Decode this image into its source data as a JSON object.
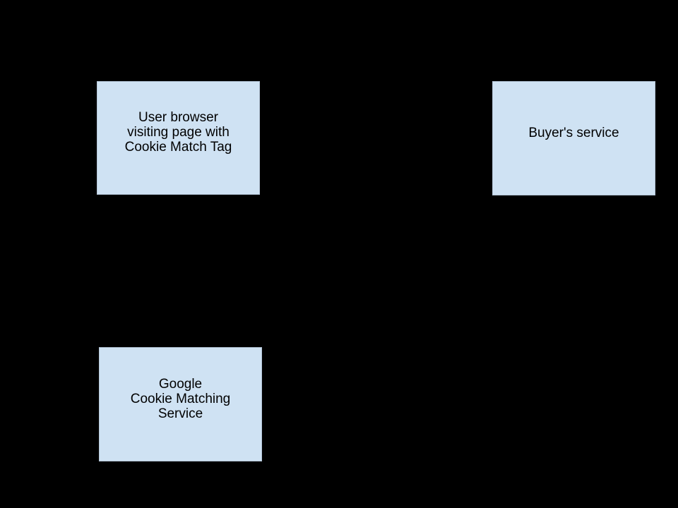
{
  "canvas": {
    "background_color": "#000000"
  },
  "style": {
    "node_fill_color": "#cfe2f3",
    "node_border_color": "#b3c4d6",
    "node_text_color": "#000000"
  },
  "nodes": [
    {
      "name": "user-browser",
      "lines": [
        "User browser",
        "visiting page with",
        "Cookie Match Tag"
      ]
    },
    {
      "name": "buyers-service",
      "lines": [
        "Buyer's service"
      ]
    },
    {
      "name": "google-cookie-matching-service",
      "lines": [
        "Google",
        "Cookie Matching",
        "Service"
      ]
    }
  ]
}
